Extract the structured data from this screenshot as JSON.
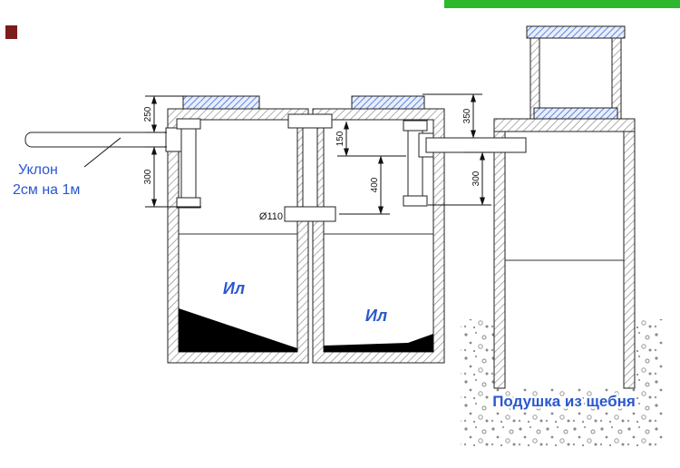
{
  "labels": {
    "slope_line1": "Уклон",
    "slope_line2": "2см на 1м",
    "sludge_tank1": "Ил",
    "sludge_tank2": "Ил",
    "gravel_cushion": "Подушка из щебня",
    "pipe_diameter": "Ø110"
  },
  "dimensions": {
    "inlet_depth_top": "250",
    "inlet_depth_bottom": "300",
    "tank2_inlet_offset": "150",
    "tank2_overflow_drop": "400",
    "well_inlet_top": "350",
    "well_inlet_drop": "300"
  },
  "colors": {
    "label_blue": "#2b57cf",
    "dim_text": "#111111",
    "line_black": "#222222",
    "green_bar": "#2eb82e",
    "red_marker": "#7e1b1b",
    "sludge_black": "#000000"
  }
}
